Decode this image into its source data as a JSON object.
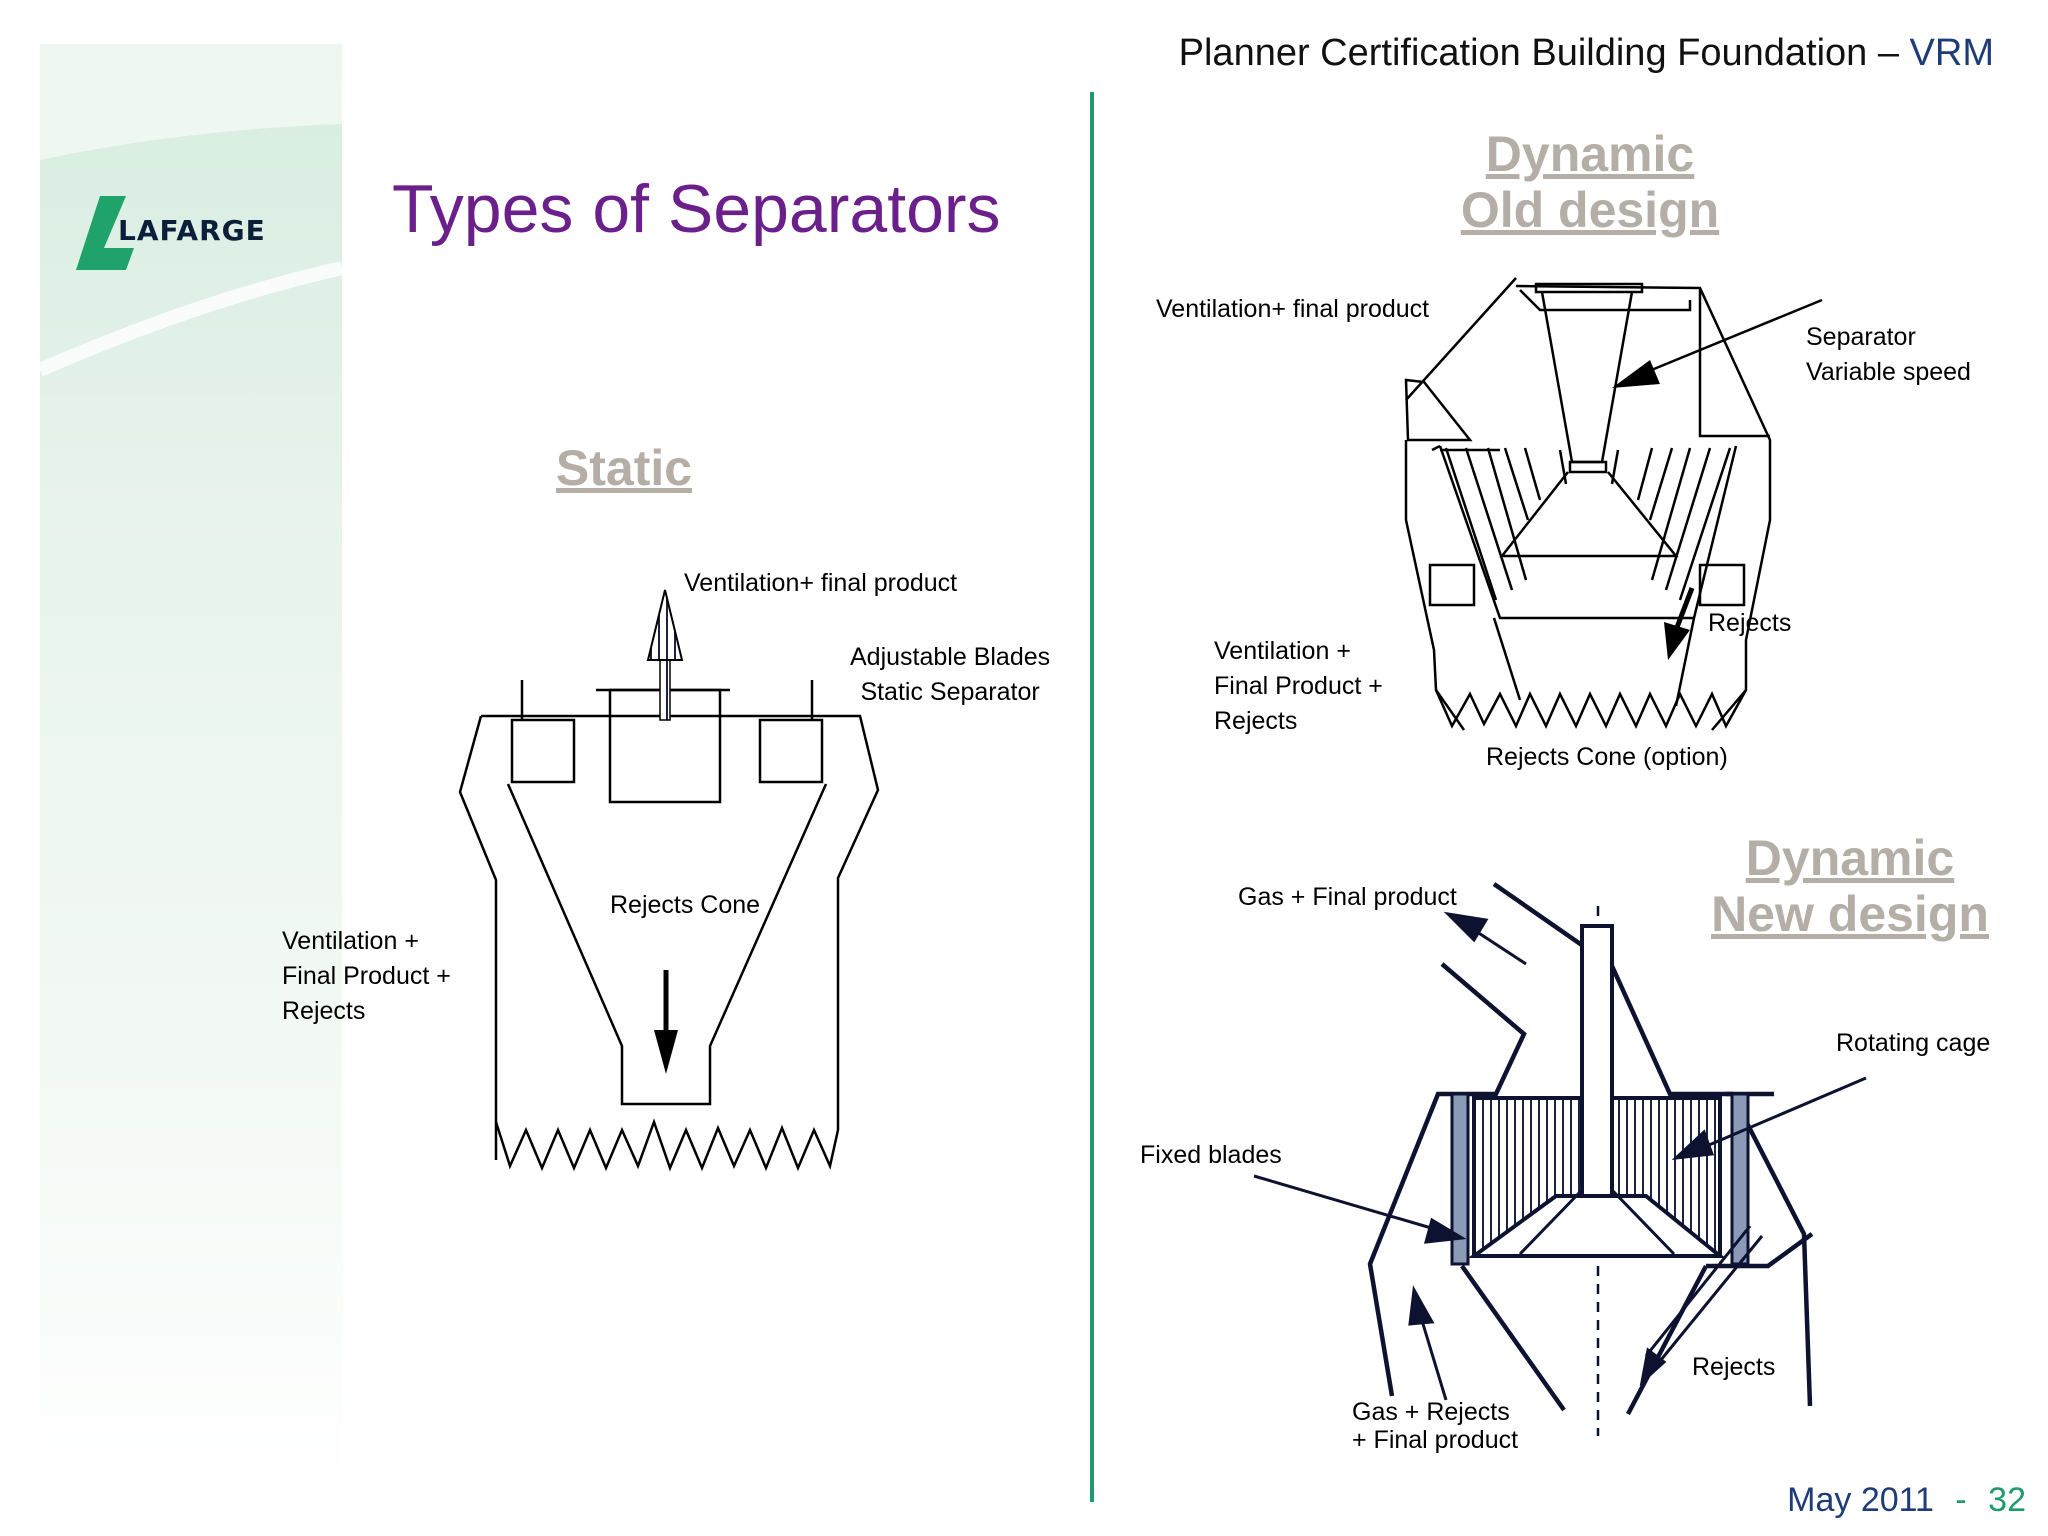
{
  "header": {
    "main": "Planner Certification Building Foundation",
    "dash": "–",
    "code": "VRM"
  },
  "logo": {
    "text": "LAFARGE"
  },
  "title": "Types of Separators",
  "sections": {
    "static": {
      "heading": "Static",
      "labels": {
        "top": "Ventilation+ final product",
        "blades": [
          "Adjustable Blades",
          "Static Separator"
        ],
        "cone": "Rejects Cone",
        "inlet": [
          "Ventilation +",
          "Final Product +",
          "Rejects"
        ]
      }
    },
    "dynamic_old": {
      "heading": [
        "Dynamic",
        "Old design"
      ],
      "labels": {
        "top": "Ventilation+ final product",
        "separator": [
          "Separator",
          "Variable speed"
        ],
        "inlet": [
          "Ventilation +",
          "Final Product +",
          "Rejects"
        ],
        "rejects": "Rejects",
        "cone": "Rejects Cone (option)"
      }
    },
    "dynamic_new": {
      "heading": [
        "Dynamic",
        "New design"
      ],
      "labels": {
        "gas_out": "Gas + Final product",
        "cage": "Rotating cage",
        "fixed": "Fixed blades",
        "rejects": "Rejects",
        "gas_in": [
          "Gas + Rejects",
          "+ Final product"
        ]
      }
    }
  },
  "footer": {
    "date": "May 2011",
    "sep": "-",
    "page": "32"
  },
  "colors": {
    "title": "#6b1f8a",
    "accent": "#1f9a6c",
    "navy": "#1f3c78",
    "heading_gray": "#b4aea6",
    "blade_fill": "#8b9bb7"
  }
}
